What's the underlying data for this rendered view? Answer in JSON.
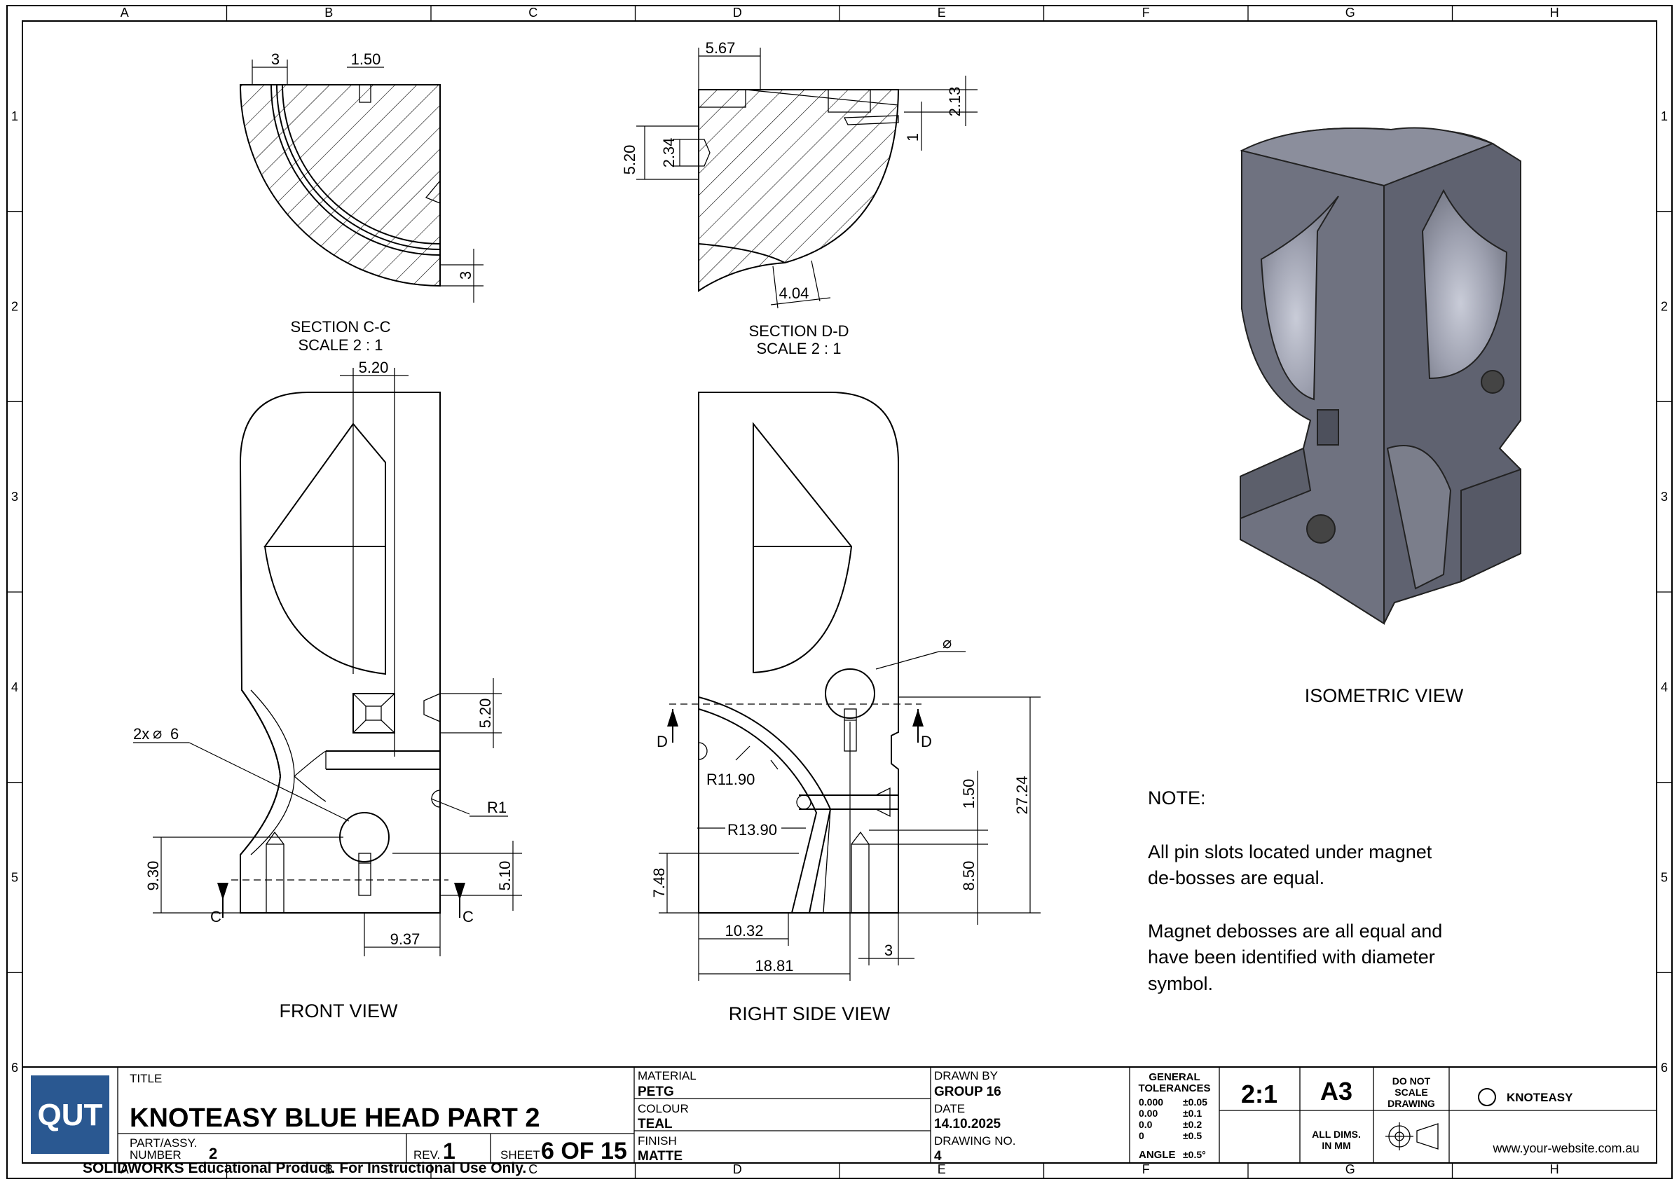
{
  "zones": {
    "columns": [
      "A",
      "B",
      "C",
      "D",
      "E",
      "F",
      "G",
      "H"
    ],
    "rows": [
      "1",
      "2",
      "3",
      "4",
      "5",
      "6"
    ]
  },
  "views": {
    "section_cc": {
      "title": "SECTION C-C",
      "scale": "SCALE 2 : 1",
      "dims": [
        "3",
        "1.50",
        "3"
      ]
    },
    "section_dd": {
      "title": "SECTION D-D",
      "scale": "SCALE 2 : 1",
      "dims": [
        "5.67",
        "2.13",
        "1",
        "5.20",
        "2.34",
        "4.04"
      ]
    },
    "front": {
      "title": "FRONT VIEW",
      "dims": [
        "5.20",
        "5.20",
        "2x",
        "6",
        "R1",
        "9.30",
        "5.10",
        "9.37"
      ],
      "section_mark": "C"
    },
    "right": {
      "title": "RIGHT SIDE VIEW",
      "dims": [
        "R11.90",
        "R13.90",
        "1.50",
        "27.24",
        "8.50",
        "7.48",
        "10.32",
        "3",
        "18.81"
      ],
      "section_mark": "D"
    },
    "iso": {
      "title": "ISOMETRIC VIEW"
    }
  },
  "symbols": {
    "diameter": "⌀"
  },
  "note": {
    "heading": "NOTE:",
    "line1": "All pin slots located under magnet",
    "line2": "de-bosses are equal.",
    "line3": "Magnet debosses are all equal and",
    "line4": "have been identified with diameter",
    "line5": "symbol."
  },
  "title_block": {
    "logo": "QUT",
    "title_label": "TITLE",
    "title": "KNOTEASY BLUE HEAD PART 2",
    "part_label_1": "PART/ASSY.",
    "part_label_2": "NUMBER",
    "part_number": "2",
    "rev_label": "REV.",
    "rev": "1",
    "sheet_label": "SHEET",
    "sheet": "6 OF 15",
    "material_label": "MATERIAL",
    "material": "PETG",
    "colour_label": "COLOUR",
    "colour": "TEAL",
    "finish_label": "FINISH",
    "finish": "MATTE",
    "drawn_by_label": "DRAWN BY",
    "drawn_by": "GROUP 16",
    "date_label": "DATE",
    "date": "14.10.2025",
    "drawing_no_label": "DRAWING NO.",
    "drawing_no": "4",
    "tol_title_1": "GENERAL",
    "tol_title_2": "TOLERANCES",
    "tolerances": [
      {
        "value": "0.000",
        "tol": "±0.05"
      },
      {
        "value": "0.00",
        "tol": "±0.1"
      },
      {
        "value": "0.0",
        "tol": "±0.2"
      },
      {
        "value": "0",
        "tol": "±0.5"
      }
    ],
    "angle_label": "ANGLE",
    "angle_tol": "±0.5°",
    "scale": "2:1",
    "size": "A3",
    "all_dims_1": "ALL DIMS.",
    "all_dims_2": "IN MM",
    "dnsd_1": "DO NOT",
    "dnsd_2": "SCALE",
    "dnsd_3": "DRAWING",
    "brand": "KNOTEASY",
    "website": "www.your-website.com.au"
  },
  "watermark": "SOLIDWORKS Educational Product. For Instructional Use Only.",
  "colors": {
    "logo_bg": "#2a5891",
    "iso_face_light": "#8b8e9c",
    "iso_face_mid": "#6e717f",
    "iso_face_dark": "#5b5e6b"
  }
}
